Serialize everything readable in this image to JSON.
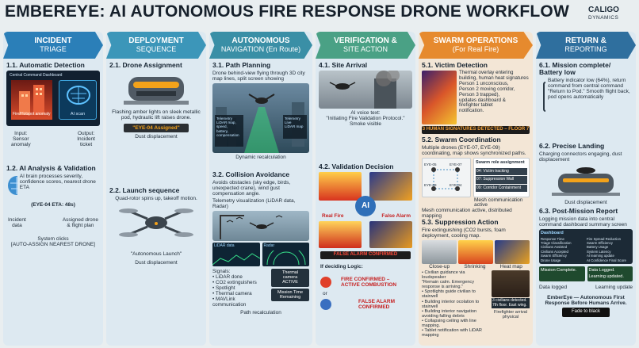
{
  "title": "EMBEREYE: AI AUTONOMOUS FIRE RESPONSE DRONE WORKFLOW",
  "brand": {
    "name": "CALIGO",
    "sub": "DYNAMICS"
  },
  "columns": [
    {
      "title": "INCIDENT",
      "sub": "TRIAGE",
      "color": "#2b7fb8"
    },
    {
      "title": "DEPLOYMENT",
      "sub": "SEQUENCE",
      "color": "#3c96b9"
    },
    {
      "title": "AUTONOMOUS",
      "sub": "NAVIGATION (En Route)",
      "color": "#3a8fa6"
    },
    {
      "title": "VERIFICATION &",
      "sub": "SITE ACTION",
      "color": "#4aa185"
    },
    {
      "title": "SWARM OPERATIONS",
      "sub": "(For Real Fire)",
      "color": "#e68a2e"
    },
    {
      "title": "RETURN &",
      "sub": "REPORTING",
      "color": "#2f6f9e"
    }
  ],
  "c1": {
    "s1_title": "1.1. Automatic Detection",
    "dash": "Central Command Dashboard",
    "fire": "Fire/Hotspot anomaly",
    "ai_scan": "AI scan",
    "input": "Input:\nSensor\nanomaly",
    "output": "Output:\nIncident\nticket",
    "s2_title": "1.2. AI Analysis & Validation",
    "s2_text": "AI brain processes severity, confidence scores, nearest drone ETA",
    "eta": "(EYE-04 ETA: 48s)",
    "incident_data": "Incident\ndata",
    "assigned": "Assigned drone\n& flight plan",
    "system": "System clicks\n[AUTO-ASSIGN NEAREST DRONE]"
  },
  "c2": {
    "s1_title": "2.1. Drone Assignment",
    "s1_text": "Flashing amber lights on sleek metallic pod, hydraulic lift raises drone.",
    "assigned_label": "\"EYE-04 Assigned\"",
    "dust": "Dust displacement",
    "s2_title": "2.2. Launch sequence",
    "s2_text": "Quad-rotor spins up, takeoff motion.",
    "launch": "\"Autonomous Launch\"",
    "dust2": "Dust displacement"
  },
  "c3": {
    "s1_title": "3.1. Path Planning",
    "s1_text": "Drone behind-view flying through 3D city map lines, split screen showing",
    "telemetry_l": "Telemetry\nLiDAR map,\nspeed,\nbattery,\ncompensation",
    "telemetry_r": "Telemetry\nLive\nLiDAR map",
    "dyn": "Dynamic recalculation",
    "s2_title": "3.2. Collision Avoidance",
    "s2_text": "Avoids obstacles (sky edge, birds, unexpected crane), wind gust compensation angle.",
    "tele_vis": "Telemetry visualization (LiDAR data, Radar)",
    "lidar": "LiDAR data",
    "radar": "Radar",
    "signals": "Signals:\n• LiDAR done\n• CO2 extinguishers\n• Spotlight\n• Thermal camera\n• MAVLink\n  communication",
    "thermal": "Thermal\ncamera\nACTIVE",
    "mission_time": "Mission Time\nRemaining",
    "path": "Path recalculation"
  },
  "c4": {
    "s1_title": "4.1. Site Arrival",
    "voice": "AI voice text:\n\"Initiating Fire Validation Protocol.\"\nSmoke visible",
    "s2_title": "4.2. Validation Decision",
    "ai": "AI",
    "real_fire": "Real Fire",
    "false_alarm": "False Alarm",
    "false_confirmed": "FALSE ALARM CONFIRMED",
    "logic": "If deciding Logic:",
    "fire_confirmed": "FIRE CONFIRMED –\nACTIVE COMBUSTION",
    "or": "or",
    "false_confirmed2": "FALSE ALARM\nCONFIRMED"
  },
  "c5": {
    "s1_title": "5.1. Victim Detection",
    "s1_text": "Thermal overlay entering building, human heat signatures\nPerson 1 unconscious,\nPerson 2 moving corridor,\nPerson 3 trapped),\nupdates dashboard &\nfirefighter tablet\nnotification.",
    "signatures": "3 HUMAN SIGNATURES DETECTED – FLOOR 7",
    "s2_title": "5.2. Swarm Coordination",
    "s2_text": "Multiple drones (EYE-07, EYE-09) coordinating, map shows synchronized paths.",
    "swarm_role": "Swarm role assignment",
    "roles": [
      "04: Victim tracking",
      "07: Suppression Wall",
      "09: Corridor Containment"
    ],
    "eye_labels": [
      "EYE-05",
      "EYE-07",
      "EYE-09",
      "EYE-04"
    ],
    "mesh1": "Mesh communication active",
    "mesh2": "Mesh communication active, distributed mapping",
    "s3_title": "5.3. Suppression Action",
    "s3_text": "Fire extinguishing (CO2 bursts, foam deployment, cooling map.",
    "closeup": "Close-up",
    "shrinking": "Shrinking",
    "heatmap": "Heat map",
    "list": "• Civilian guidance via loudspeaker\n  \"Remain calm. Emergency response is arriving.\"\n• Spotlights guide civilian to stairwell\n• Building interior ocolation to stairwell\n• Building interior navigation avoiding falling debris\n• Collapsing ceiling with line mapping.\n• Tablet notification with LiDAR mapping",
    "civ_box": "3 civilians detected.\n7th floor. East wing.",
    "arrival": "Firefighter arrival\nphysical"
  },
  "c6": {
    "s1_title": "6.1. Mission complete/\nBattery low",
    "s1_text": "Battery indicator low (64%), return command from central command \"Return to Pod.\" Smooth flight back, pod opens automatically",
    "s2_title": "6.2. Precise Landing",
    "s2_text": "Charging connectors engaging, dust displacement",
    "dust": "Dust displacement",
    "s3_title": "6.3. Post-Mission Report",
    "s3_text": "Logging mission data into central command dashboard summary screen",
    "dashboard": "Dashboard",
    "rows_l": [
      "Response Time",
      "Triage Classification",
      "Civilians Assisted",
      "Civilians Accepted",
      "Swarm Efficiency",
      "Drone Usage"
    ],
    "rows_r": [
      "Fire Spread Reduction",
      "Swarm Efficiency",
      "Battery Usage",
      "System Latency",
      "AI learning update",
      "AI Confidence Final Score"
    ],
    "complete": "Mission Complete.",
    "updated": "Data Logged.\nLearning updated.",
    "logged": "Data logged",
    "learning": "Learning update",
    "footer": "EmberEye — Autonomous First\nResponse Before Humans Arrive.",
    "fade": "Fade to black"
  }
}
